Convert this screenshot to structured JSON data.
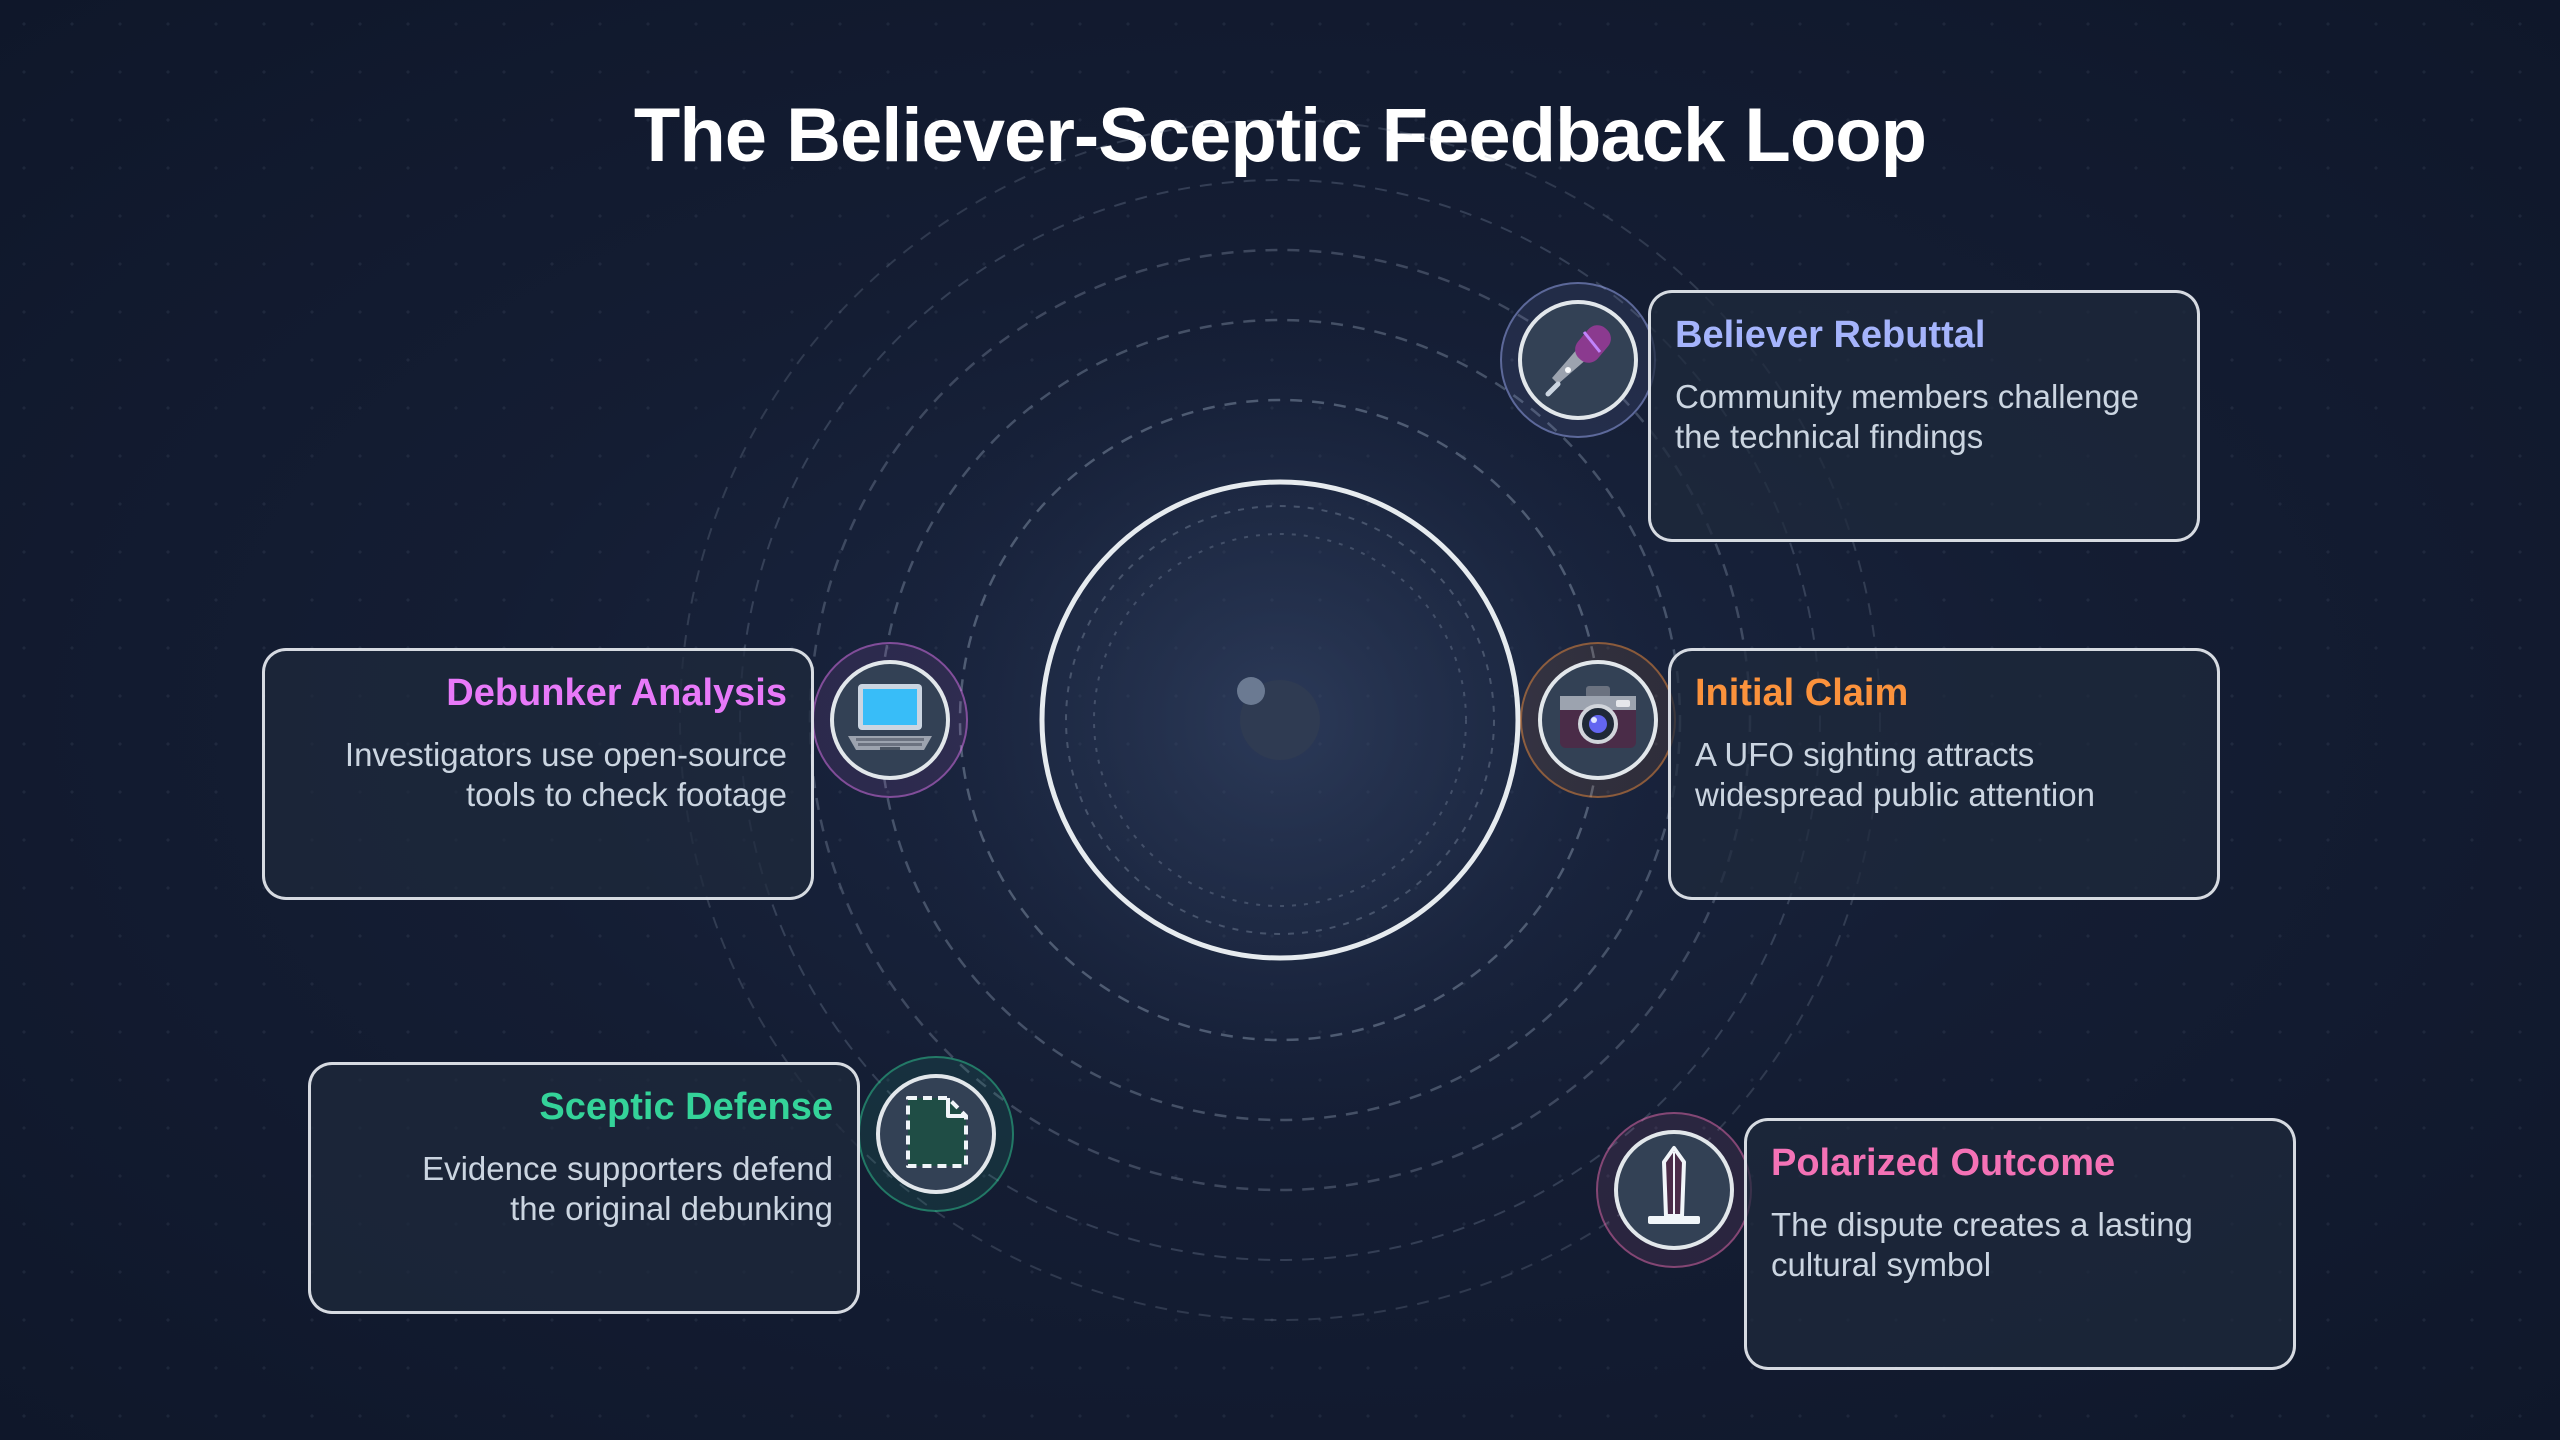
{
  "title": "The Believer-Sceptic Feedback Loop",
  "stages": [
    {
      "id": "believer",
      "title": "Believer Rebuttal",
      "description_lines": [
        "Community members challenge",
        "the technical findings"
      ],
      "icon": "microphone-icon",
      "color": "#a5b4fc"
    },
    {
      "id": "initial",
      "title": "Initial Claim",
      "description_lines": [
        "A UFO sighting attracts",
        "widespread public attention"
      ],
      "icon": "camera-icon",
      "color": "#fb923c"
    },
    {
      "id": "debunker",
      "title": "Debunker Analysis",
      "description_lines": [
        "Investigators use open-source",
        "tools to check footage"
      ],
      "icon": "laptop-icon",
      "color": "#e879f9"
    },
    {
      "id": "sceptic",
      "title": "Sceptic Defense",
      "description_lines": [
        "Evidence supporters defend",
        "the original debunking"
      ],
      "icon": "document-icon",
      "color": "#34d399"
    },
    {
      "id": "polarized",
      "title": "Polarized Outcome",
      "description_lines": [
        "The dispute creates a lasting",
        "cultural symbol"
      ],
      "icon": "monument-icon",
      "color": "#f472b6"
    }
  ]
}
